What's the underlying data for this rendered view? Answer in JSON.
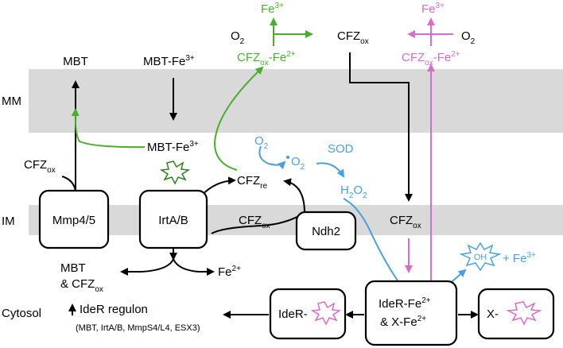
{
  "membranes": {
    "mm": "MM",
    "im": "IM",
    "cytosol": "Cytosol"
  },
  "boxes": {
    "mmp": "Mmp4/5",
    "irt": "IrtA/B",
    "ndh2": "Ndh2",
    "ider": "IdeR-",
    "ider_fe_line1": "IdeR-Fe",
    "ider_fe_line2": "& X-Fe",
    "x": "X-"
  },
  "labels": {
    "mbt_top": "MBT",
    "mbt_fe_top": "MBT-Fe",
    "mbt_fe_mid": "MBT-Fe",
    "cfz_ox_left": "CFZ",
    "cfz_re": "CFZ",
    "cfz_ox_im": "CFZ",
    "cfz_ox_im_right": "CFZ",
    "cfz_ox_top": "CFZ",
    "cfz_ox_fe_green": "CFZ",
    "cfz_ox_fe_green_suffix": "-Fe",
    "cfz_ox_fe_pink": "CFZ",
    "cfz_ox_fe_pink_suffix": "-Fe",
    "fe3_green": "Fe",
    "fe3_pink": "Fe",
    "o2_green": "O",
    "o2_pink": "O",
    "o2_blue": "O",
    "o2_radical": "O",
    "sod": "SOD",
    "h2o2_h": "H",
    "h2o2_o": "O",
    "oh": "OH",
    "plus_fe3": "+ Fe",
    "fe2_im": "Fe",
    "mbt_bottom": "MBT",
    "cfz_bottom": "& CFZ",
    "ider_regulon": "IdeR regulon",
    "regulon_genes": "(MBT, IrtA/B, MmpS4/L4, ESX3)"
  },
  "scripts": {
    "ox": "ox",
    "re": "re",
    "two": "2",
    "three_plus": "3+",
    "two_plus": "2+"
  },
  "colors": {
    "green": "#4aad2e",
    "blue": "#4a9fdc",
    "pink": "#d86cc6",
    "membrane": "#d9d9d9"
  }
}
